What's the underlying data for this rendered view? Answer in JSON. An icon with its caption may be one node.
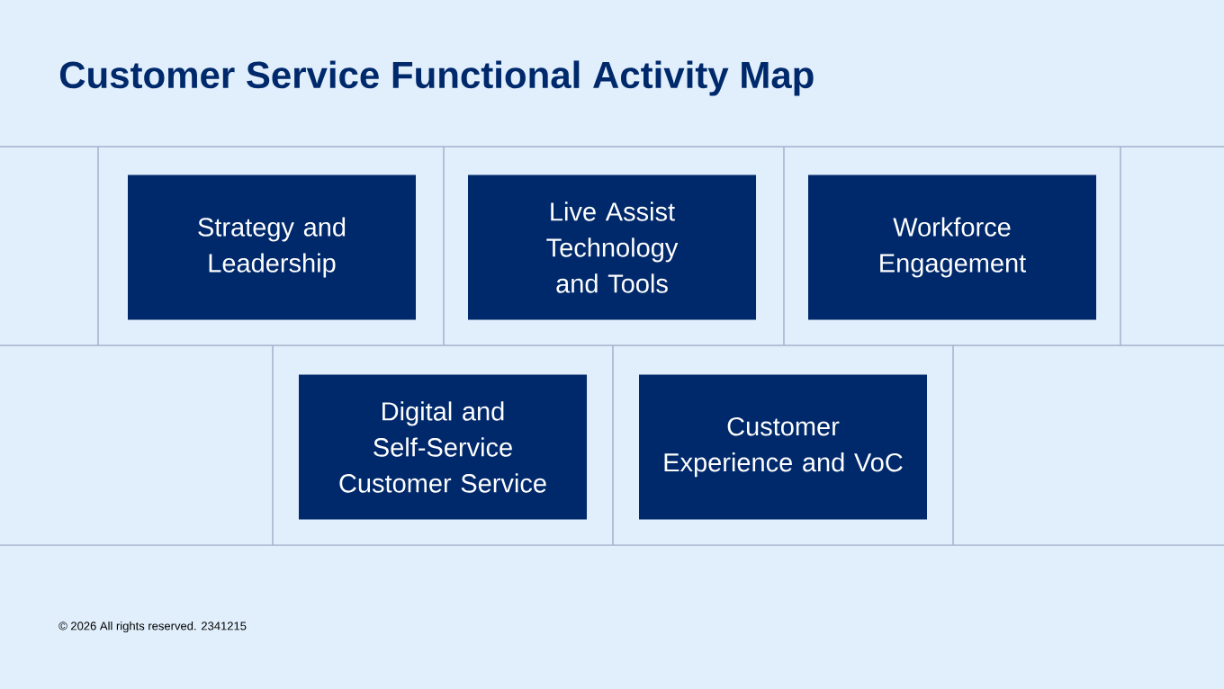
{
  "diagram": {
    "title": "Customer Service Functional Activity Map",
    "nodes": [
      {
        "text": [
          "Strategy and Leadership"
        ]
      },
      {
        "text": [
          "Live Assist Technology and Tools"
        ]
      },
      {
        "text": [
          "Workforce Engagement"
        ]
      },
      {
        "text": [
          "Digital and Self-Service Customer Service"
        ]
      },
      {
        "text": [
          "Customer Experience and VoC"
        ]
      }
    ],
    "labels": [
      "© 2026 All rights reserved. 2341215"
    ]
  }
}
